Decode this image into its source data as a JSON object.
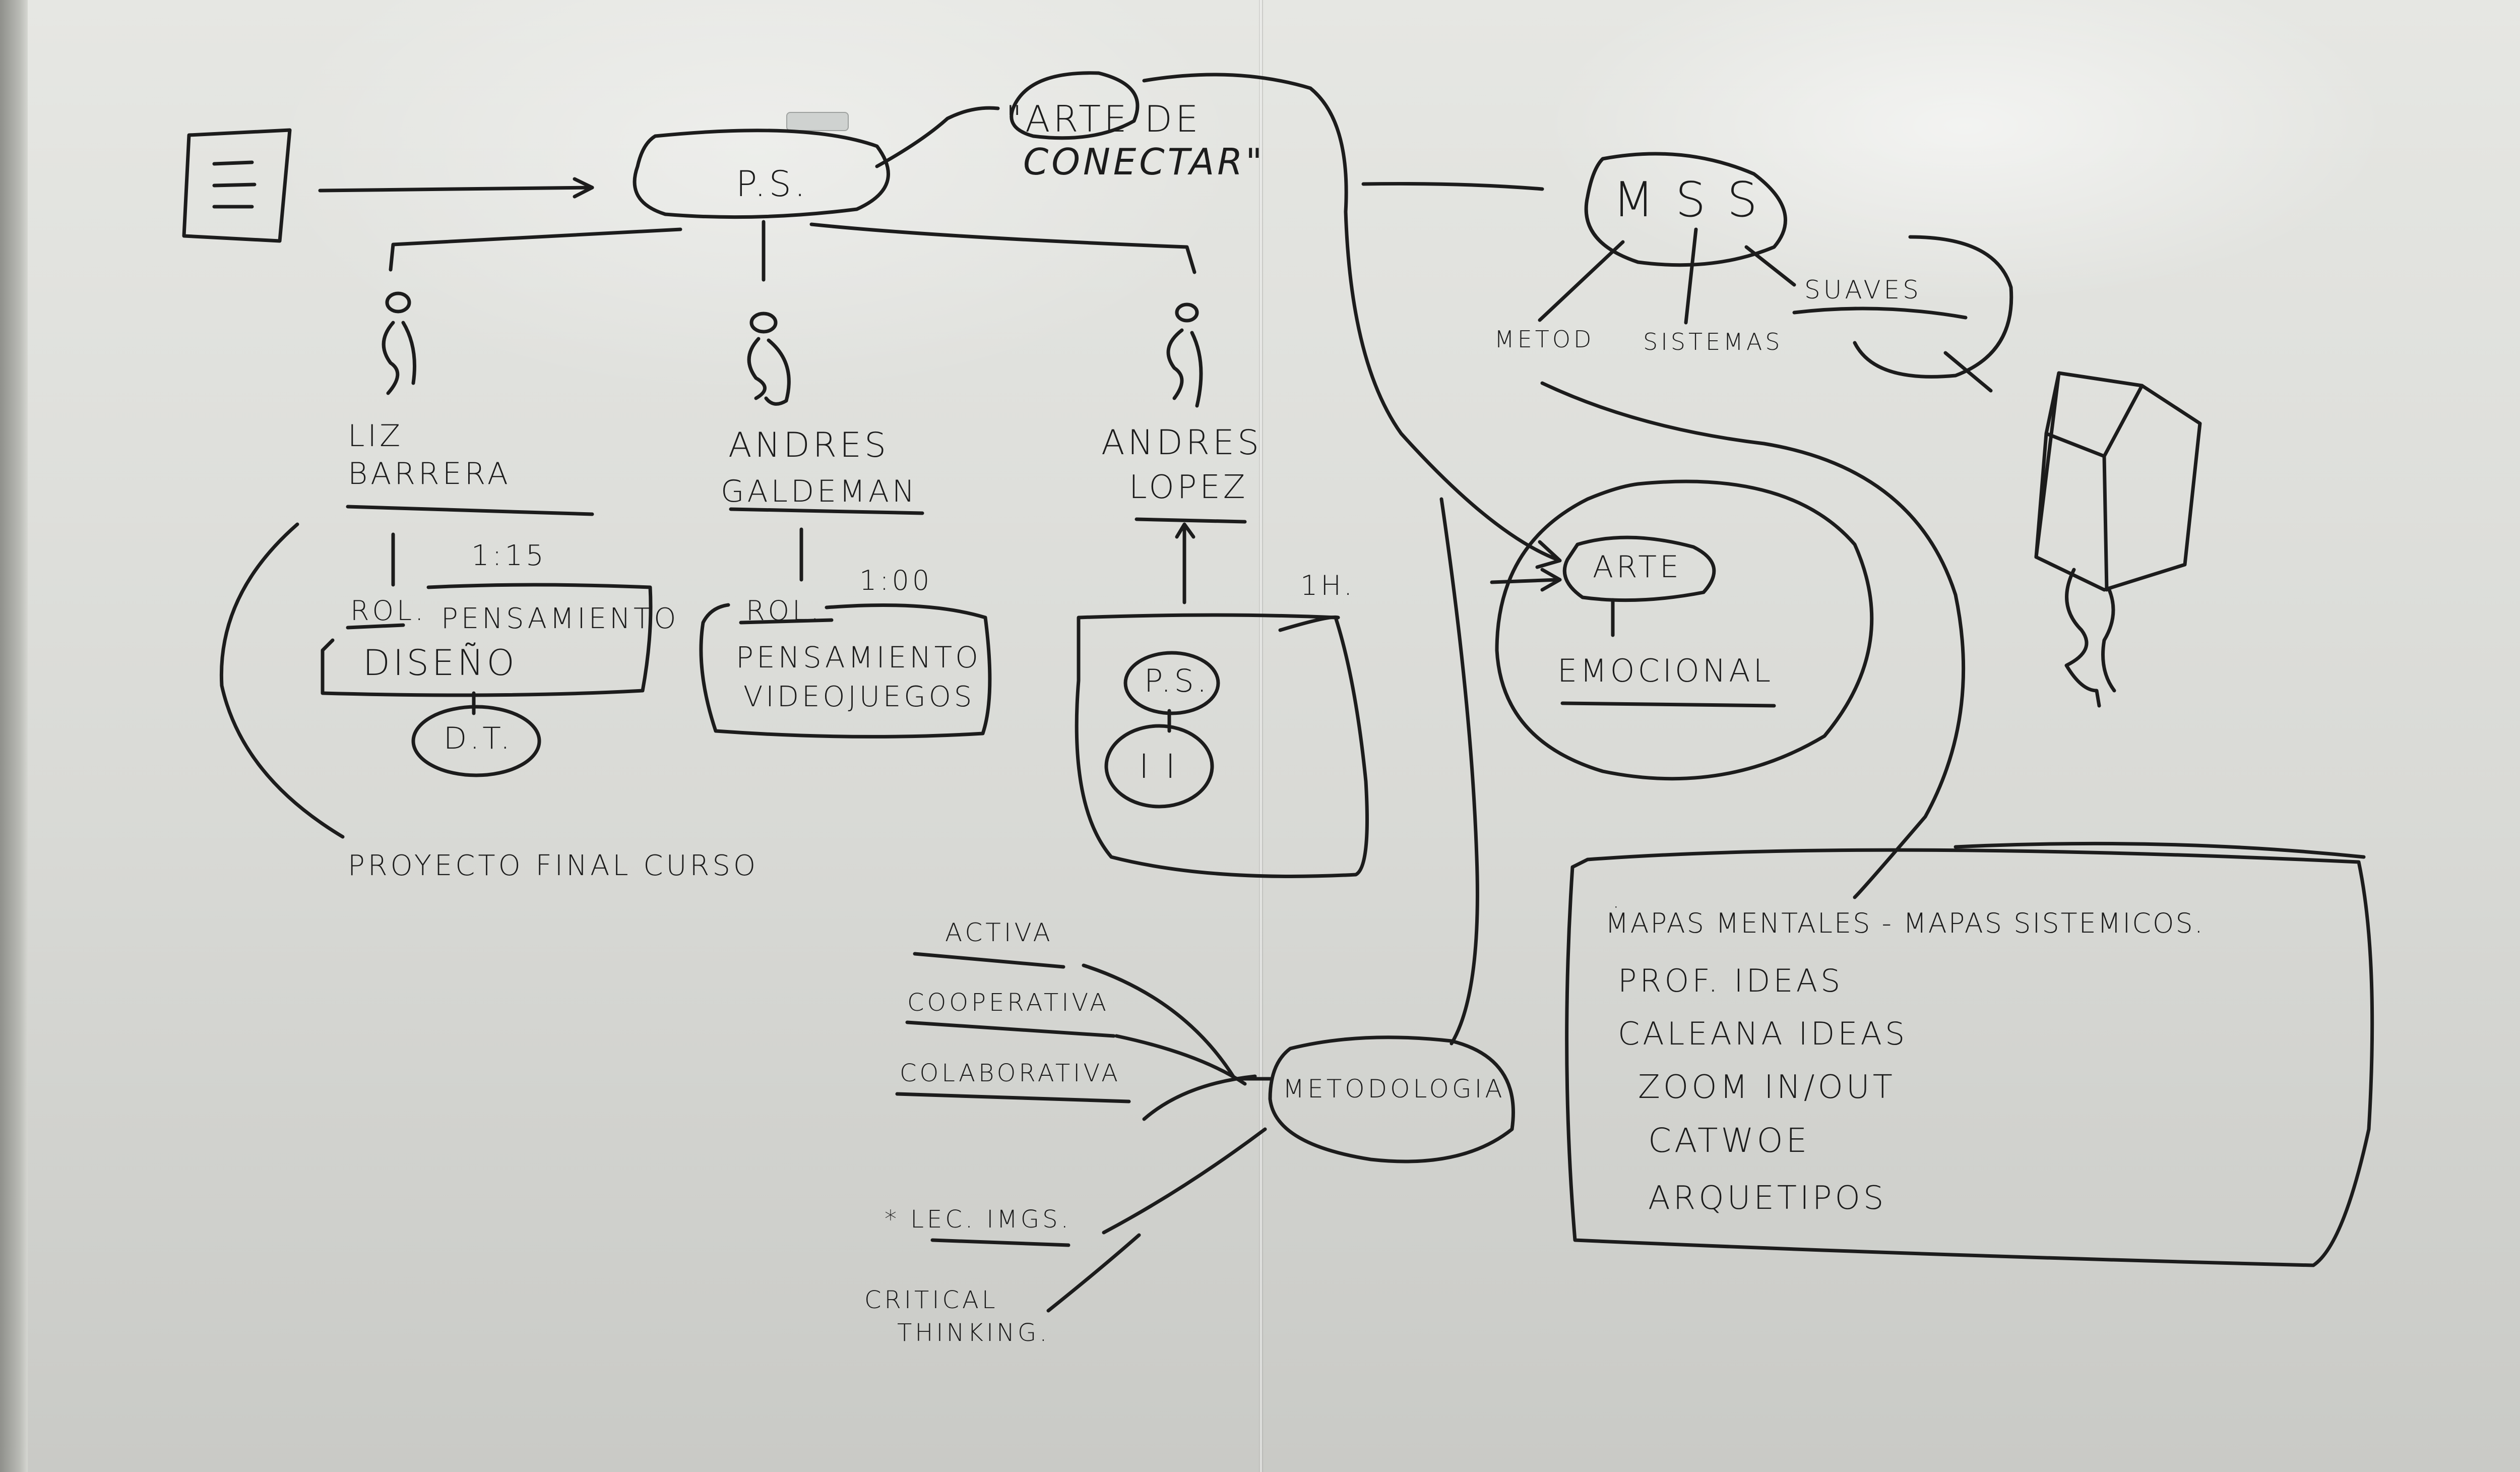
{
  "board": {
    "background": "#e1e2de",
    "ink": "#1c1c1c"
  },
  "texts": {
    "ps_top": "P.S.",
    "arte_conectar_1": "\"ARTE DE",
    "arte_conectar_2": "CONECTAR\"",
    "mss": "M S S",
    "metod": "METOD",
    "sistemas": "SISTEMAS",
    "suaves": "SUAVES",
    "liz_1": "LIZ",
    "liz_2": "BARRERA",
    "andres_g_1": "ANDRES",
    "andres_g_2": "GALDEMAN",
    "andres_l_1": "ANDRES",
    "andres_l_2": "LOPEZ",
    "time_liz": "1:15",
    "rol_liz": "ROL.",
    "pensamiento_liz": "PENSAMIENTO",
    "diseno": "DISEÑO",
    "dt": "D.T.",
    "time_andres": "1:00",
    "rol_andres": "ROL.",
    "pensamiento_andres": "PENSAMIENTO",
    "videojuegos": "VIDEOJUEGOS",
    "time_lopez": "1h.",
    "ps_box": "P.S.",
    "ii": "i i",
    "arte": "ARTE",
    "emocional": "EMOCIONAL",
    "proyecto": "PROYECTO FINAL CURSO",
    "activa": "ACTIVA",
    "cooperativa": "COOPERATIVA",
    "colaborativa": "COLABORATIVA",
    "metodologia": "METODOLOGIA",
    "lec_imgs": "* LEC. IMGS.",
    "critical_1": "CRITICAL",
    "critical_2": "THINKING.",
    "box_items": [
      "MAPAS MENTALES - MAPAS SISTEMICOS.",
      "PROF. IDEAS",
      "CALEANA IDEAS",
      "ZOOM IN/OUT",
      "CATWOE",
      "ARQUETIPOS"
    ]
  }
}
